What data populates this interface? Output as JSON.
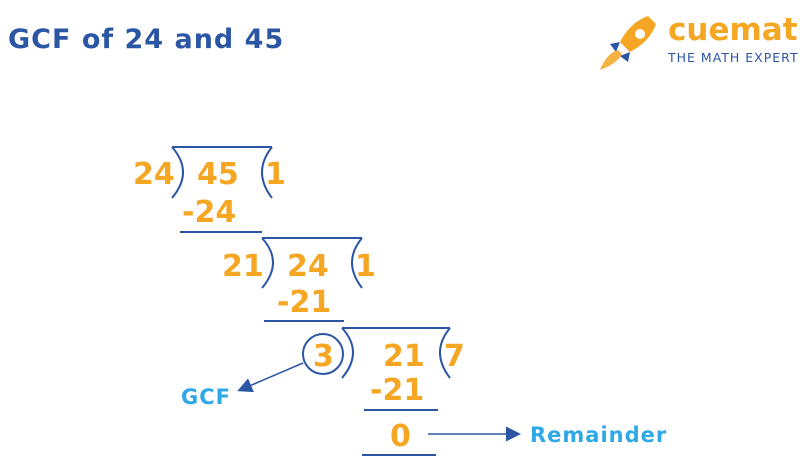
{
  "header": {
    "title": "GCF of 24 and 45",
    "brand": "cuemath",
    "tagline": "THE MATH EXPERT",
    "logo_icon": "rocket-icon"
  },
  "steps": [
    {
      "divisor": "24",
      "dividend": "45",
      "quotient": "1",
      "subtract": "-24"
    },
    {
      "divisor": "21",
      "dividend": "24",
      "quotient": "1",
      "subtract": "-21"
    },
    {
      "divisor": "3",
      "dividend": "21",
      "quotient": "7",
      "subtract": "-21"
    }
  ],
  "remainder": "0",
  "labels": {
    "gcf": "GCF",
    "remainder": "Remainder"
  },
  "colors": {
    "title": "#2b56a3",
    "numbers": "#f5a623",
    "lines": "#2b56a3",
    "labels": "#2fa8e6"
  }
}
